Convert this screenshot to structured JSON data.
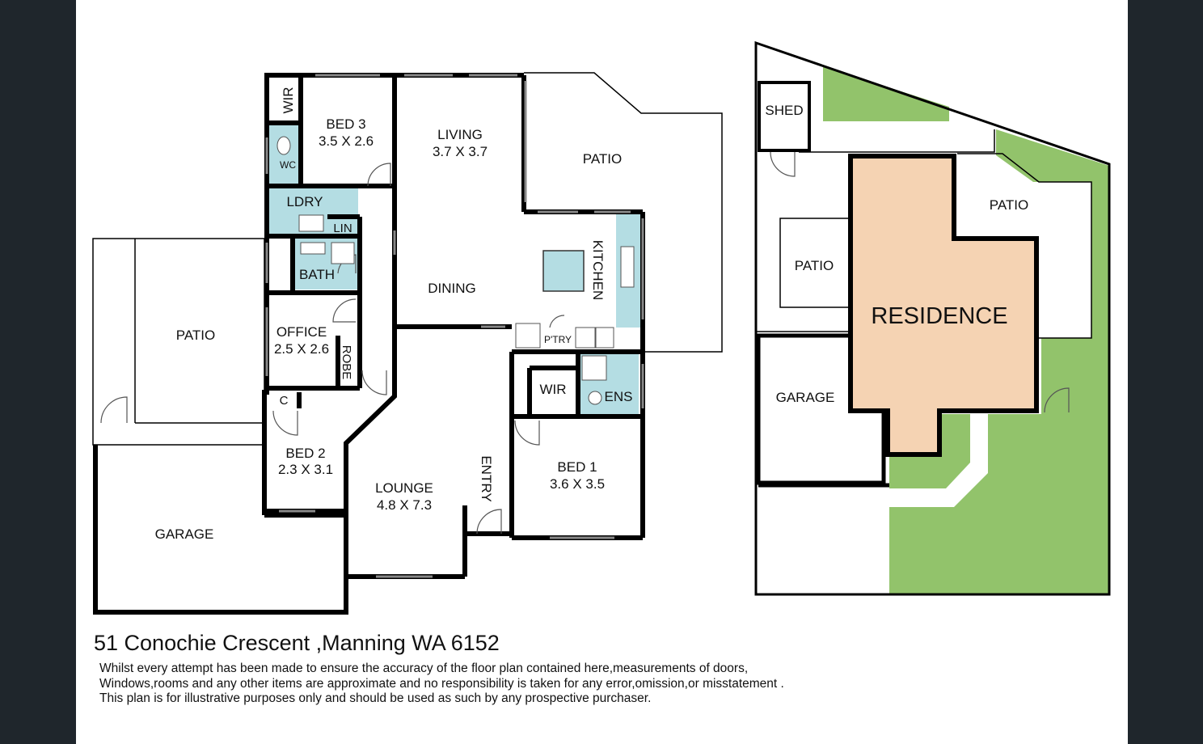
{
  "floor_plan": {
    "rooms": {
      "bed3": {
        "name": "BED 3",
        "size": "3.5 X 2.6"
      },
      "wir_top": {
        "name": "WIR"
      },
      "wc": {
        "name": "WC"
      },
      "living": {
        "name": "LIVING",
        "size": "3.7 X 3.7"
      },
      "patio_rear": {
        "name": "PATIO"
      },
      "ldry": {
        "name": "LDRY"
      },
      "lin": {
        "name": "LIN"
      },
      "bath": {
        "name": "BATH"
      },
      "kitchen": {
        "name": "KITCHEN"
      },
      "dining": {
        "name": "DINING"
      },
      "patio_side": {
        "name": "PATIO"
      },
      "office": {
        "name": "OFFICE",
        "size": "2.5 X 2.6"
      },
      "robe": {
        "name": "ROBE"
      },
      "ptry": {
        "name": "P'TRY"
      },
      "wir_bed1": {
        "name": "WIR"
      },
      "ens": {
        "name": "ENS"
      },
      "c": {
        "name": "C"
      },
      "bed2": {
        "name": "BED 2",
        "size": "2.3 X 3.1"
      },
      "lounge": {
        "name": "LOUNGE",
        "size": "4.8 X 7.3"
      },
      "entry": {
        "name": "ENTRY"
      },
      "bed1": {
        "name": "BED 1",
        "size": "3.6 X 3.5"
      },
      "garage": {
        "name": "GARAGE"
      }
    }
  },
  "site_plan": {
    "labels": {
      "shed": "SHED",
      "patio_right": "PATIO",
      "patio_left": "PATIO",
      "residence": "RESIDENCE",
      "garage": "GARAGE"
    },
    "colors": {
      "residence": "#f5d3b3",
      "lawn": "#92c36b"
    }
  },
  "colors": {
    "wet_area": "#b4dde3",
    "wall": "#000000",
    "background": "#1f262c"
  },
  "address": "51 Conochie Crescent ,Manning WA 6152",
  "disclaimer": [
    "Whilst every attempt has been made to ensure the accuracy of the floor plan contained here,measurements of doors,",
    "Windows,rooms and any other items are approximate and no responsibility is taken for any error,omission,or misstatement .",
    "This plan is for illustrative purposes only and should be used as such by any prospective purchaser."
  ]
}
